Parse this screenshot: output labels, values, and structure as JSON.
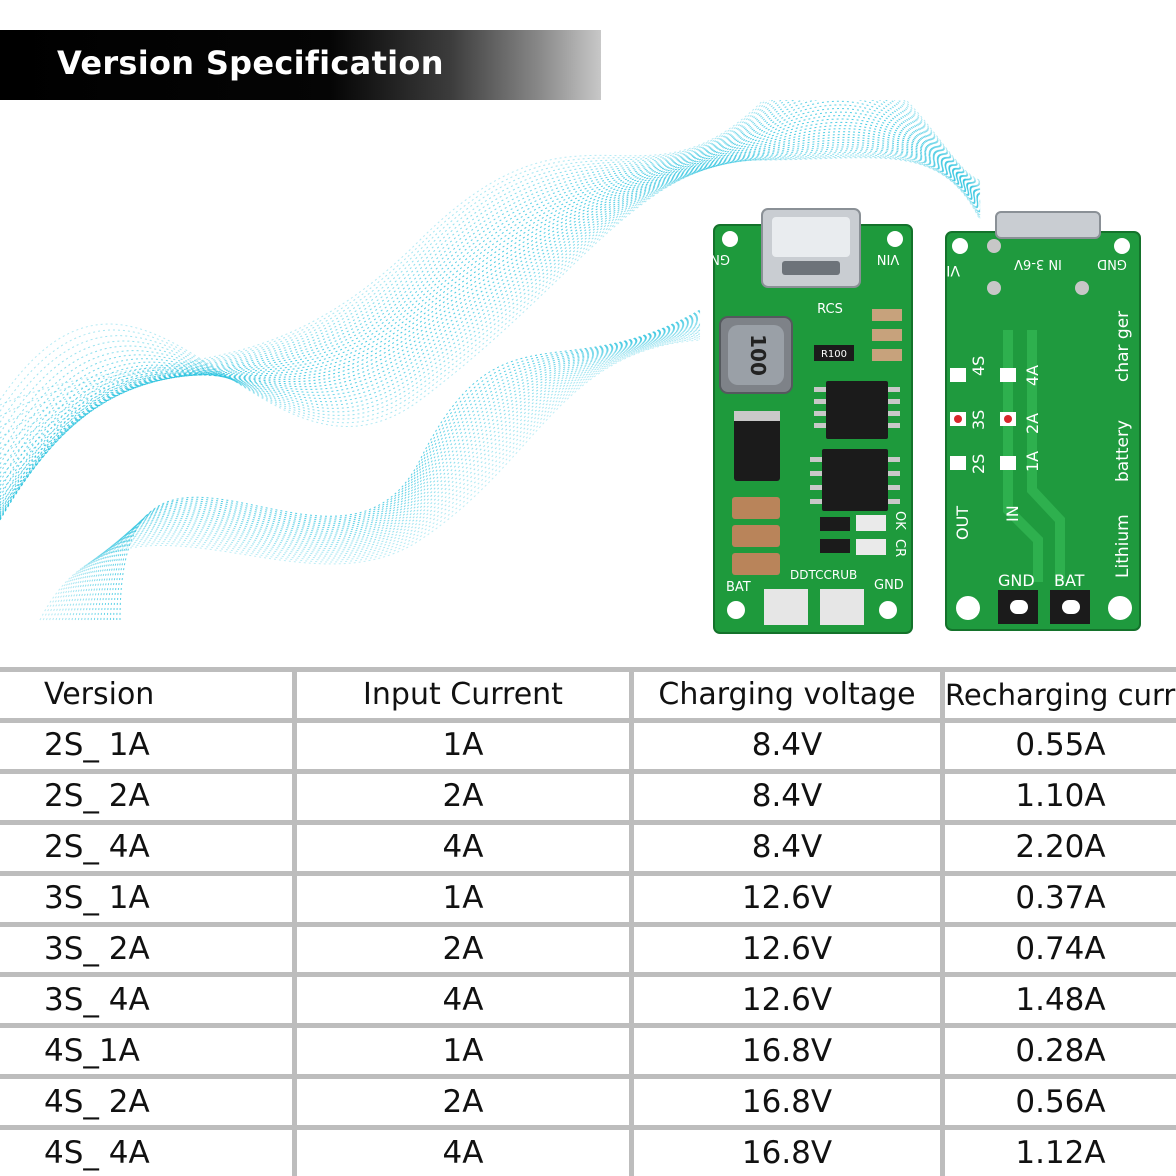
{
  "header": {
    "title": "Version Specification"
  },
  "board_front": {
    "labels": {
      "gnd_top": "GND",
      "vin": "VIN",
      "rcs": "RCS",
      "resistor": "R100",
      "inductor": "100",
      "bat": "BAT",
      "gnd_bottom": "GND",
      "model": "DDTCCRUB",
      "ok": "OK",
      "cr": "CR"
    }
  },
  "board_back": {
    "labels": {
      "vin": "VIN",
      "in_range": "IN 3-6V",
      "gnd_top": "GND",
      "s4": "4S",
      "s3": "3S",
      "s2": "2S",
      "a4": "4A",
      "a2": "2A",
      "a1": "1A",
      "out": "OUT",
      "in": "IN",
      "gnd_bottom": "GND",
      "bat": "BAT",
      "lithium": "Lithium",
      "battery": "battery",
      "charger": "char ger"
    }
  },
  "table": {
    "headers": [
      "Version",
      "Input Current",
      "Charging voltage",
      "Recharging current"
    ],
    "rows": [
      [
        "2S_ 1A",
        "1A",
        "8.4V",
        "0.55A"
      ],
      [
        "2S_ 2A",
        "2A",
        "8.4V",
        "1.10A"
      ],
      [
        "2S_ 4A",
        "4A",
        "8.4V",
        "2.20A"
      ],
      [
        "3S_ 1A",
        "1A",
        "12.6V",
        "0.37A"
      ],
      [
        "3S_ 2A",
        "2A",
        "12.6V",
        "0.74A"
      ],
      [
        "3S_ 4A",
        "4A",
        "12.6V",
        "1.48A"
      ],
      [
        "4S_1A",
        "1A",
        "16.8V",
        "0.28A"
      ],
      [
        "4S_ 2A",
        "2A",
        "16.8V",
        "0.56A"
      ],
      [
        "4S_ 4A",
        "4A",
        "16.8V",
        "1.12A"
      ]
    ]
  },
  "colors": {
    "pcb_green": "#1e9a3c",
    "wave_cyan": "#2cc3df",
    "grid_gray": "#bdbdbd"
  }
}
